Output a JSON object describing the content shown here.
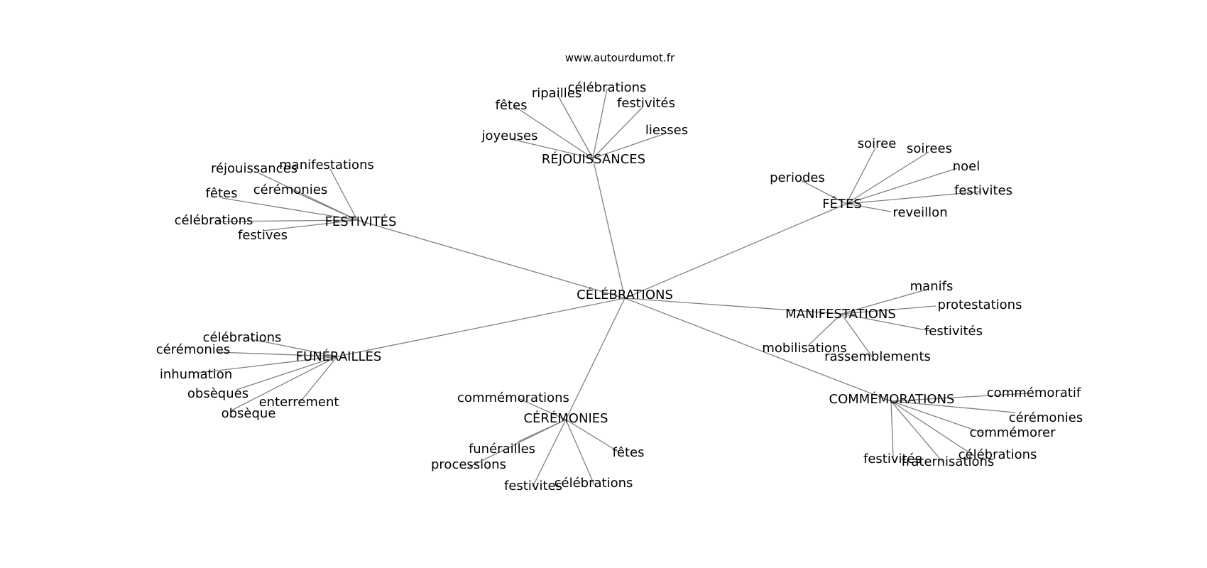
{
  "watermark": "www.autourdumot.fr",
  "colors": {
    "edge": "#808080",
    "text": "#000000",
    "background": "#ffffff"
  },
  "center": {
    "id": "c",
    "label": "CÉLÉBRATIONS"
  },
  "hubs": [
    {
      "id": "h_rej",
      "label": "RÉJOUISSANCES",
      "leaves": [
        "fêtes",
        "ripailles",
        "célébrations",
        "festivités",
        "joyeuses",
        "liesses"
      ]
    },
    {
      "id": "h_fes",
      "label": "FESTIVITÉS",
      "leaves": [
        "réjouissances",
        "manifestations",
        "cérémonies",
        "fêtes",
        "célébrations",
        "festives"
      ]
    },
    {
      "id": "h_fet",
      "label": "FÊTES",
      "leaves": [
        "soiree",
        "soirees",
        "noel",
        "periodes",
        "festivites",
        "reveillon"
      ]
    },
    {
      "id": "h_man",
      "label": "MANIFESTATIONS",
      "leaves": [
        "manifs",
        "protestations",
        "festivités",
        "mobilisations",
        "rassemblements"
      ]
    },
    {
      "id": "h_fun",
      "label": "FUNÉRAILLES",
      "leaves": [
        "célébrations",
        "cérémonies",
        "inhumation",
        "obsèques",
        "enterrement",
        "obsèque"
      ]
    },
    {
      "id": "h_cer",
      "label": "CÉRÉMONIES",
      "leaves": [
        "commémorations",
        "funérailles",
        "processions",
        "fêtes",
        "festivites",
        "célébrations"
      ]
    },
    {
      "id": "h_com",
      "label": "COMMÉMORATIONS",
      "leaves": [
        "commémoratif",
        "cérémonies",
        "commémorer",
        "célébrations",
        "festivités",
        "fraternisations"
      ]
    }
  ]
}
